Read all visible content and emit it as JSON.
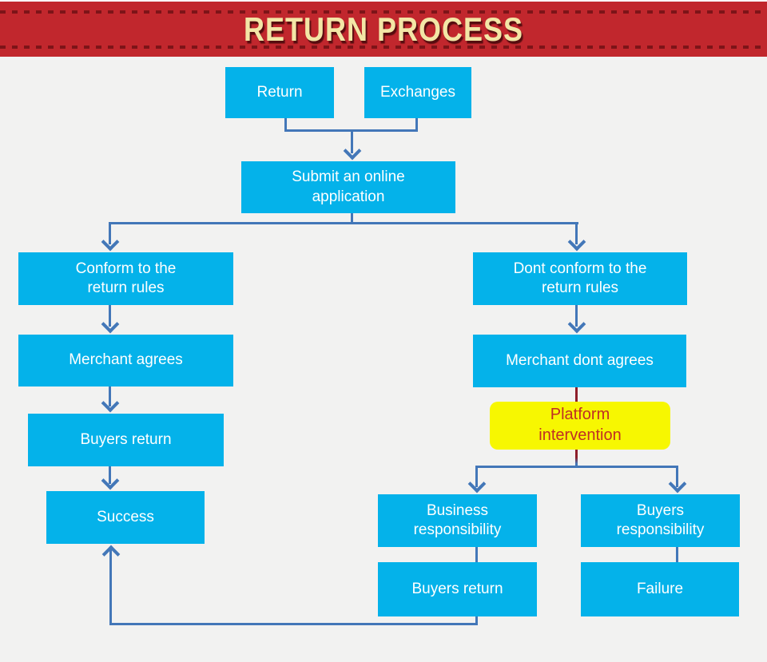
{
  "banner": {
    "title": "RETURN PROCESS"
  },
  "colors": {
    "node_fill": "#04b2ea",
    "node_text": "#ffffff",
    "highlight_fill": "#f7f701",
    "highlight_text": "#bf2e25",
    "connector_blue": "#4377b8",
    "connector_red": "#8e1e2a",
    "banner_bg": "#c1272d",
    "banner_dash": "#7d1418",
    "banner_title": "#f3e6a6",
    "page_bg": "#f2f2f1"
  },
  "nodes": {
    "return": "Return",
    "exchanges": "Exchanges",
    "submit": "Submit an online application",
    "conform": "Conform to the return rules",
    "dont_conform": "Dont conform to the return rules",
    "merchant_agrees": "Merchant agrees",
    "merchant_dont_agrees": "Merchant dont agrees",
    "buyers_return_left": "Buyers return",
    "platform": "Platform intervention",
    "success": "Success",
    "business_resp": "Business responsibility",
    "buyers_resp": "Buyers responsibility",
    "buyers_return_bottom": "Buyers return",
    "failure": "Failure"
  },
  "edges": [
    {
      "from": "return",
      "to": "submit",
      "style": "blue-arrow"
    },
    {
      "from": "exchanges",
      "to": "submit",
      "style": "blue-arrow"
    },
    {
      "from": "submit",
      "to": "conform",
      "style": "blue-arrow"
    },
    {
      "from": "submit",
      "to": "dont_conform",
      "style": "blue-arrow"
    },
    {
      "from": "conform",
      "to": "merchant_agrees",
      "style": "blue-arrow"
    },
    {
      "from": "merchant_agrees",
      "to": "buyers_return_left",
      "style": "blue-arrow"
    },
    {
      "from": "buyers_return_left",
      "to": "success",
      "style": "blue-arrow"
    },
    {
      "from": "dont_conform",
      "to": "merchant_dont_agrees",
      "style": "blue-arrow"
    },
    {
      "from": "merchant_dont_agrees",
      "to": "platform",
      "style": "red-line"
    },
    {
      "from": "platform",
      "to": "business_resp",
      "style": "blue-arrow"
    },
    {
      "from": "platform",
      "to": "buyers_resp",
      "style": "blue-arrow"
    },
    {
      "from": "business_resp",
      "to": "buyers_return_bottom",
      "style": "blue-line"
    },
    {
      "from": "buyers_resp",
      "to": "failure",
      "style": "blue-line"
    },
    {
      "from": "buyers_return_bottom",
      "to": "success",
      "style": "blue-arrow"
    }
  ]
}
